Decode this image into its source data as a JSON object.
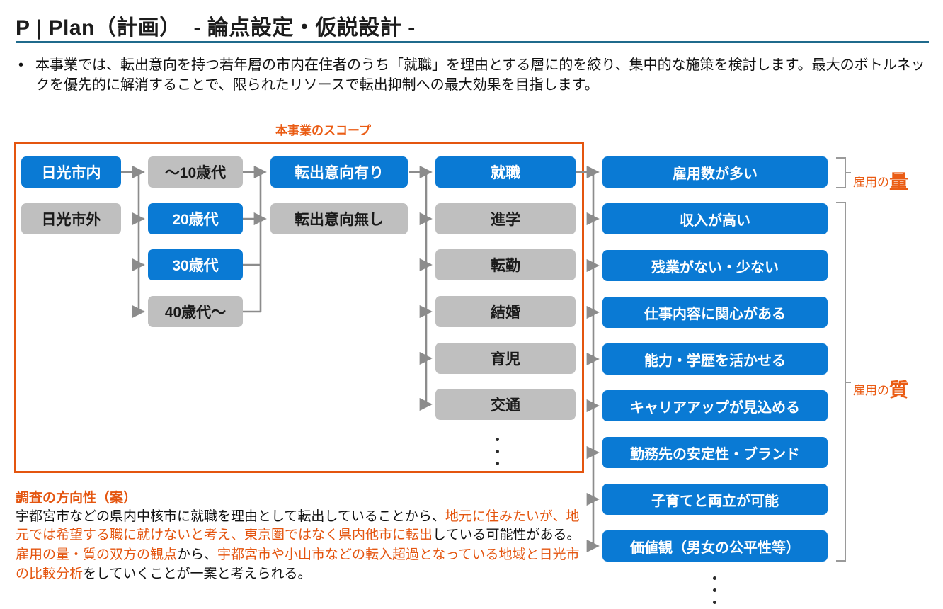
{
  "header": {
    "title": "P | Plan（計画）  - 論点設定・仮説設計 -",
    "rule_color": "#1f6a8c"
  },
  "lead": {
    "bullet": "•",
    "text": "本事業では、転出意向を持つ若年層の市内在住者のうち「就職」を理由とする層に的を絞り、集中的な施策を検討します。最大のボトルネックを優先的に解消することで、限られたリソースで転出抑制への最大効果を目指します。"
  },
  "scope": {
    "label": "本事業のスコープ",
    "border_color": "#e4550f"
  },
  "colors": {
    "blue": "#0a7ad4",
    "gray": "#bfbfbf",
    "orange": "#e4550f",
    "wire": "#8c8c8c"
  },
  "tree": {
    "col1": {
      "name": "residence",
      "items": [
        {
          "label": "日光市内",
          "state": "highlight"
        },
        {
          "label": "日光市外",
          "state": "normal"
        }
      ]
    },
    "col2": {
      "name": "age-band",
      "items": [
        {
          "label": "〜10歳代",
          "state": "normal"
        },
        {
          "label": "20歳代",
          "state": "highlight"
        },
        {
          "label": "30歳代",
          "state": "highlight"
        },
        {
          "label": "40歳代〜",
          "state": "normal"
        }
      ]
    },
    "col3": {
      "name": "move-intent",
      "items": [
        {
          "label": "転出意向有り",
          "state": "highlight"
        },
        {
          "label": "転出意向無し",
          "state": "normal"
        }
      ]
    },
    "col4": {
      "name": "move-reason",
      "items": [
        {
          "label": "就職",
          "state": "highlight"
        },
        {
          "label": "進学",
          "state": "normal"
        },
        {
          "label": "転勤",
          "state": "normal"
        },
        {
          "label": "結婚",
          "state": "normal"
        },
        {
          "label": "育児",
          "state": "normal"
        },
        {
          "label": "交通",
          "state": "normal"
        }
      ],
      "ellipsis": "⋮"
    },
    "col5": {
      "name": "job-factor",
      "items": [
        {
          "label": "雇用数が多い",
          "state": "highlight"
        },
        {
          "label": "収入が高い",
          "state": "highlight"
        },
        {
          "label": "残業がない・少ない",
          "state": "highlight"
        },
        {
          "label": "仕事内容に関心がある",
          "state": "highlight"
        },
        {
          "label": "能力・学歴を活かせる",
          "state": "highlight"
        },
        {
          "label": "キャリアアップが見込める",
          "state": "highlight"
        },
        {
          "label": "勤務先の安定性・ブランド",
          "state": "highlight"
        },
        {
          "label": "子育てと両立が可能",
          "state": "highlight"
        },
        {
          "label": "価値観（男女の公平性等）",
          "state": "highlight"
        }
      ],
      "ellipsis": "⋮"
    }
  },
  "side_labels": {
    "quantity": {
      "prefix": "雇用の",
      "emphasis": "量"
    },
    "quality": {
      "prefix": "雇用の",
      "emphasis": "質"
    }
  },
  "note": {
    "title": "調査の方向性（案）",
    "p1_black_a": "宇都宮市などの県内中核市に就職を理由として転出していることから、",
    "p1_orange": "地元に住みたいが、地元では希望する職に就けないと考え、東京圏ではなく県内他市に転出",
    "p1_black_b": "している可能性がある。",
    "p2_orange_a": "雇用の量・質の双方の観点",
    "p2_black_a": "から、",
    "p2_orange_b": "宇都宮市や小山市などの転入超過となっている地域と日光市の比較分析",
    "p2_black_b": "をしていくことが一案と考えられる。"
  }
}
